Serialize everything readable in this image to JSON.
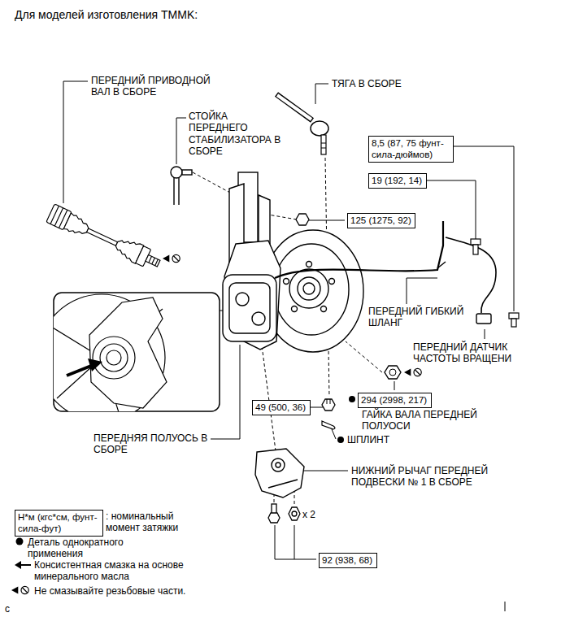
{
  "diagram": {
    "title": "Для моделей изготовления TMMK:",
    "nodes": [
      {
        "text": [
          "8,5 (87, 75 фунт-сила-дюймов)"
        ]
      },
      {
        "text": [
          "19 (192, 14)"
        ]
      },
      {
        "text": [
          "125 (1275, 92)"
        ]
      },
      {
        "text": [
          "294 (2998, 217)"
        ]
      },
      {
        "text": [
          "49 (500, 36)"
        ]
      },
      {
        "text": [
          "92 (938, 68)"
        ]
      },
      {
        "text": [
          "Н*м (кгс*см, фунт-сила-фут)"
        ]
      }
    ],
    "labels": [
      "ПЕРЕДНИЙ ПРИВОДНОЙ ВАЛ В СБОРЕ",
      "ТЯГА В СБОРЕ",
      "СТОЙКА ПЕРЕДНЕГО СТАБИЛИЗАТОРА В СБОРЕ",
      "ПЕРЕДНИЙ ГИБКИЙ ШЛАНГ",
      "ПЕРЕДНИЙ ДАТЧИК ЧАСТОТЫ ВРАЩЕНИ",
      "ГАЙКА ВАЛА ПЕРЕДНЕЙ ПОЛУОСИ",
      "ПЕРЕДНЯЯ ПОЛУОСЬ В СБОРЕ",
      "ШПЛИНТ",
      "НИЖНИЙ РЫЧАГ ПЕРЕДНЕЙ ПОДВЕСКИ № 1 В СБОРЕ",
      "x 2",
      "c"
    ],
    "legend": [
      {
        "text": ": номинальный момент затяжки"
      },
      {
        "text": "Деталь однократного применения"
      },
      {
        "text": "Консистентная смазка на основе минерального масла"
      },
      {
        "text": "Не смазывайте резьбовые части."
      }
    ]
  }
}
